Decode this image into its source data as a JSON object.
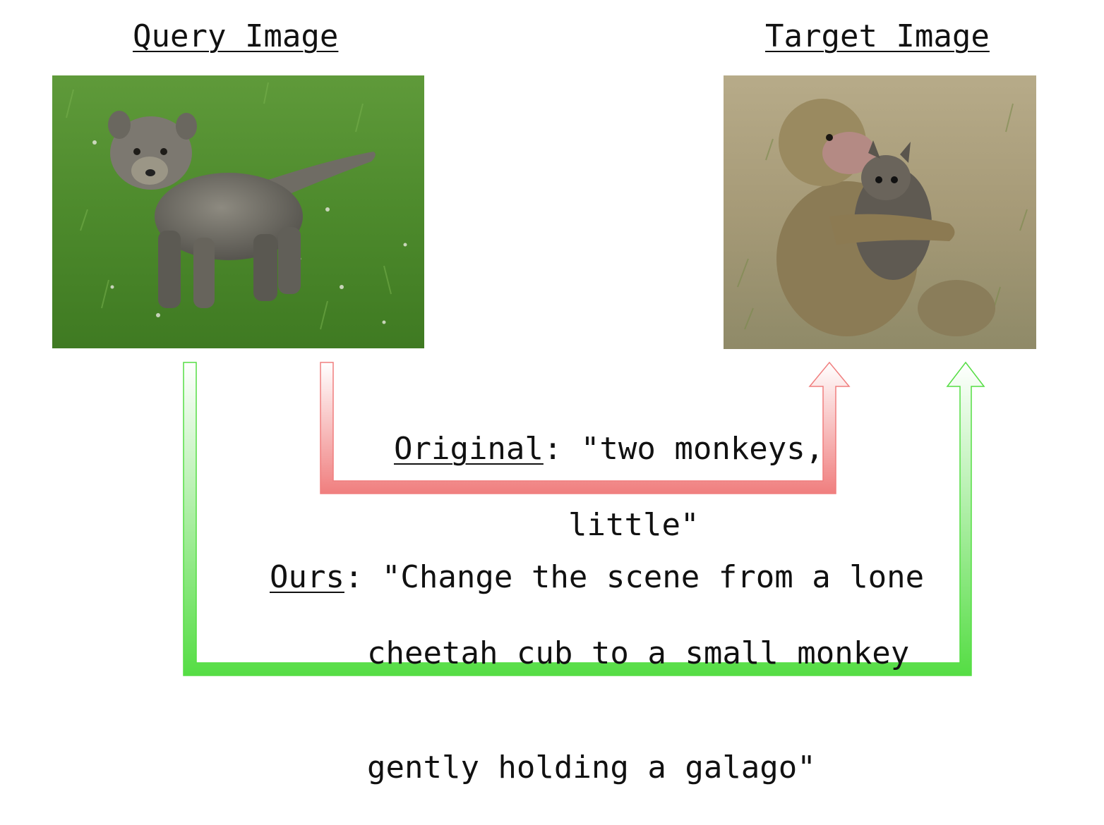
{
  "headings": {
    "query": "Query Image",
    "target": "Target Image"
  },
  "images": {
    "query": {
      "description_icon": "cheetah-cub-photo"
    },
    "target": {
      "description_icon": "monkey-holding-galago-photo"
    }
  },
  "captions": {
    "original": {
      "tag": "Original",
      "sep": ": ",
      "line1": "\"two monkeys,",
      "line2": "little\""
    },
    "ours": {
      "tag": "Ours",
      "sep": ": ",
      "line1": "\"Change the scene from a lone",
      "line2": "cheetah cub to a small monkey",
      "line3": "gently holding a galago\""
    }
  },
  "colors": {
    "original_arrow": "#f07e7e",
    "ours_arrow": "#55dd44"
  }
}
